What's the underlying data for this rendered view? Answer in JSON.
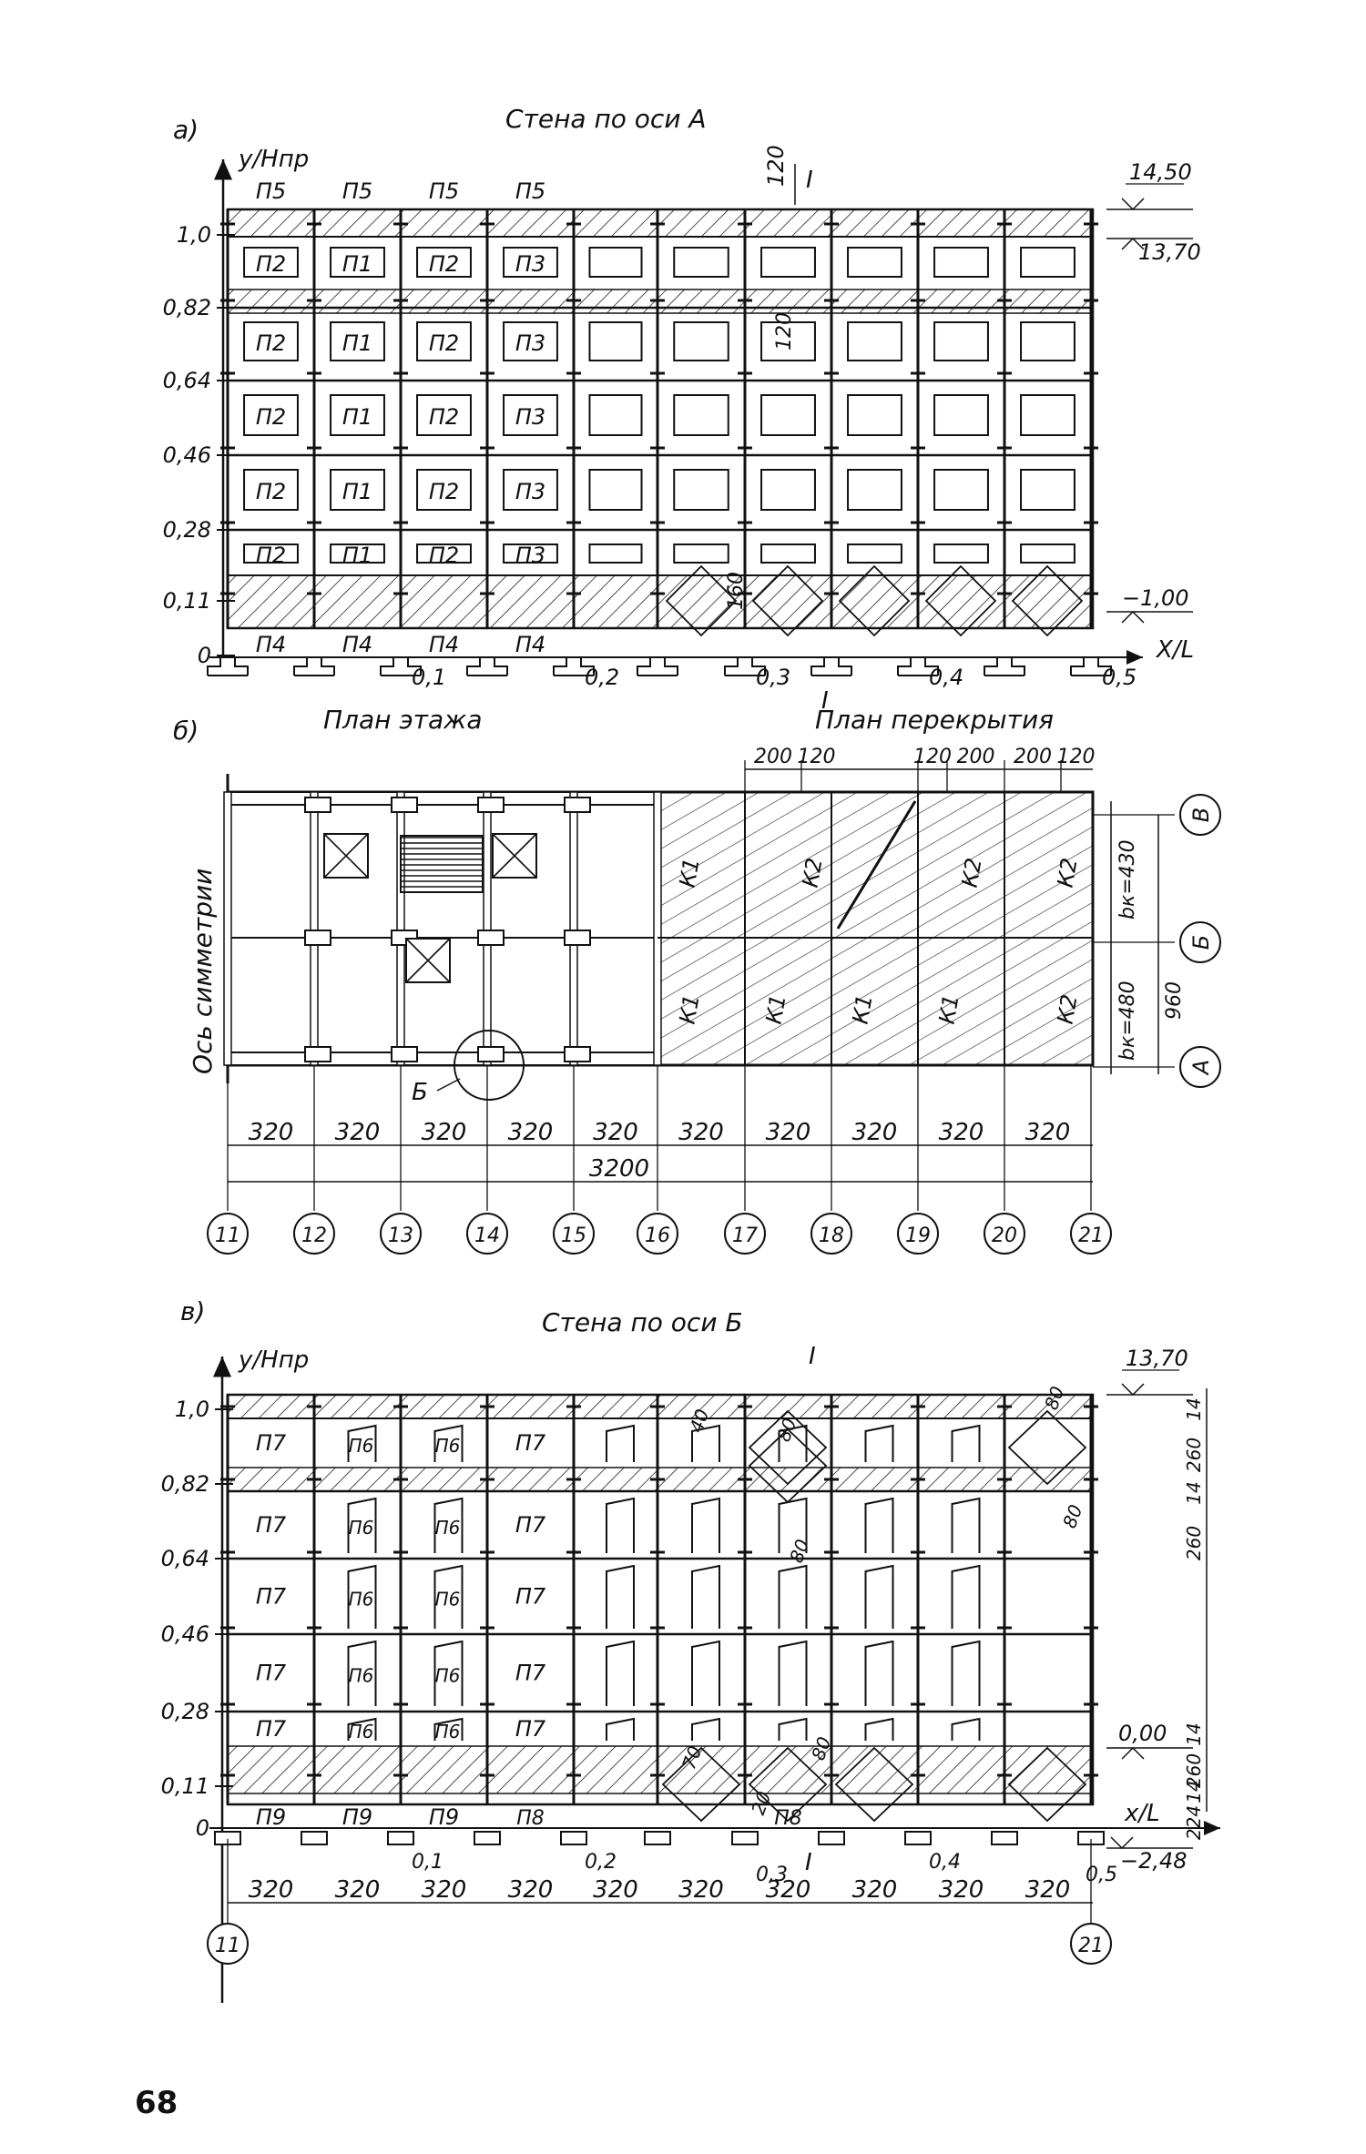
{
  "page_number": "68",
  "panel_a": {
    "letter": "а)",
    "title": "Стена по оси А",
    "y_axis_label": "y/Hпр",
    "x_axis_label": "X/L",
    "y_ticks": [
      "0",
      "0,11",
      "0,28",
      "0,46",
      "0,64",
      "0,82",
      "1,0"
    ],
    "x_ticks": [
      "0,1",
      "0,2",
      "0,3",
      "0,4",
      "0,5"
    ],
    "top_panel_label": "П5",
    "bottom_panel_label": "П4",
    "window_labels": [
      "П2",
      "П1",
      "П2",
      "П3"
    ],
    "section_mark": "I",
    "dim_120_top": "120",
    "dim_120_side": "120",
    "dim_160": "160",
    "elev_top": "14,50",
    "elev_2": "13,70",
    "elev_bottom": "−1,00"
  },
  "panel_b": {
    "letter": "б)",
    "title_left": "План этажа",
    "title_right": "План перекрытия",
    "symmetry_axis": "Ось симметрии",
    "top_dims": [
      "200",
      "120",
      "120",
      "200",
      "200",
      "120"
    ],
    "spans": [
      "320",
      "320",
      "320",
      "320",
      "320",
      "320",
      "320",
      "320",
      "320",
      "320"
    ],
    "total": "3200",
    "axes_numbers": [
      "11",
      "12",
      "13",
      "14",
      "15",
      "16",
      "17",
      "18",
      "19",
      "20",
      "21"
    ],
    "row_axes": [
      "В",
      "Б",
      "А"
    ],
    "slab_labels": {
      "k1": "К1",
      "k2": "К2"
    },
    "callout": "Б",
    "dim_bk_top": "bк=430",
    "dim_bk_bottom": "bк=480",
    "dim_960": "960"
  },
  "panel_c": {
    "letter": "в)",
    "title": "Стена по оси Б",
    "y_axis_label": "y/Hпр",
    "x_axis_label": "x/L",
    "y_ticks": [
      "0",
      "0,11",
      "0,28",
      "0,46",
      "0,64",
      "0,82",
      "1,0"
    ],
    "x_ticks": [
      "0,1",
      "0,2",
      "0,3",
      "0,4",
      "0,5"
    ],
    "panel_labels": {
      "p6": "П6",
      "p7": "П7",
      "p8": "П8",
      "p9": "П9"
    },
    "dims": {
      "d40": "40",
      "d80": "80",
      "d70": "70",
      "d20": "20"
    },
    "right_dims": [
      "14",
      "260",
      "14",
      "260",
      "14",
      "260",
      "14",
      "224"
    ],
    "spans": [
      "320",
      "320",
      "320",
      "320",
      "320",
      "320",
      "320",
      "320",
      "320",
      "320"
    ],
    "axes_numbers": [
      "11",
      "21"
    ],
    "section_mark": "I",
    "elev_top": "13,70",
    "elev_mid": "0,00",
    "elev_bottom": "−2,48"
  }
}
